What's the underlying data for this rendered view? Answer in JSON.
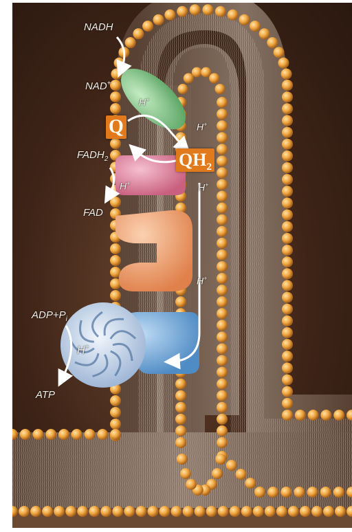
{
  "labels": {
    "nadh": "NADH",
    "nad": "NAD",
    "nad_sup": "+",
    "q": "Q",
    "qh2_main": "QH",
    "qh2_sub": "2",
    "fadh2_main": "FADH",
    "fadh2_sub": "2",
    "fad": "FAD",
    "adp": "ADP+P",
    "adp_sub": "i",
    "atp": "ATP",
    "h_letter": "H",
    "h_plus": "+"
  },
  "colors": {
    "background": "#3e2417",
    "lipid_head": "#f0a640",
    "complex_1": "#8fcf94",
    "complex_2": "#e792ad",
    "complex_3": "#f4a87a",
    "complex_4": "#7fb4e0",
    "atp_synthase": "#c7d8ef",
    "quinone_badge": "#e07a1c",
    "arrow": "#ffffff"
  }
}
